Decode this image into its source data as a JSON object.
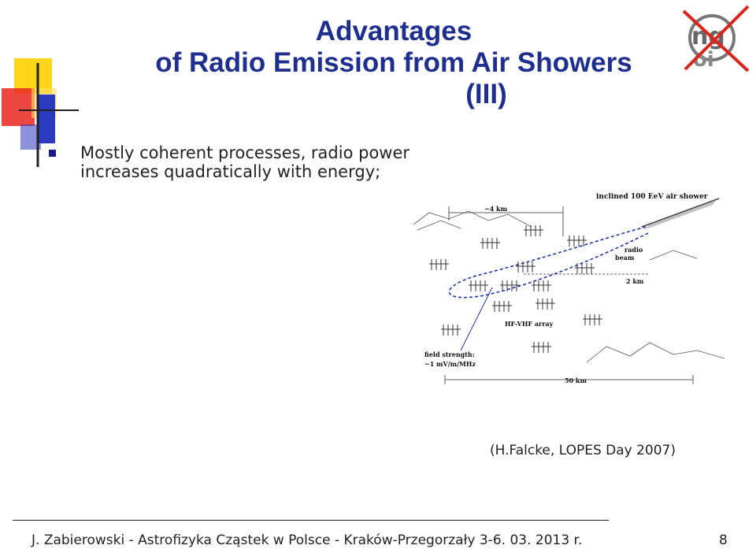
{
  "title": {
    "line1": "Advantages",
    "line2": "of Radio Emission from Air Showers",
    "line3": "(III)"
  },
  "bullets": [
    {
      "text": "Mostly coherent processes, radio power increases quadratically with energy;"
    }
  ],
  "figure": {
    "labels": {
      "shower": "inclined 100 EeV air shower",
      "distance_4km": "~4 km",
      "radio": "radio",
      "beam": "beam",
      "distance_2km": "2 km",
      "array": "HF-VHF array",
      "field1": "field strength:",
      "field2": "~1 mV/m/MHz",
      "distance_50km": "50 km"
    }
  },
  "credit": "(H.Falcke, LOPES Day 2007)",
  "footer": "J. Zabierowski - Astrofizyka Cząstek w Polsce - Kraków-Przegorzały 3-6. 03. 2013 r.",
  "page_number": "8",
  "colors": {
    "title": "#1f2f8f",
    "bullet": "#1a1a8a",
    "deco_yellow": "#ffd100",
    "deco_red": "#e8261e",
    "deco_blue": "#2b3bbf",
    "logo_red": "#d9251c"
  }
}
